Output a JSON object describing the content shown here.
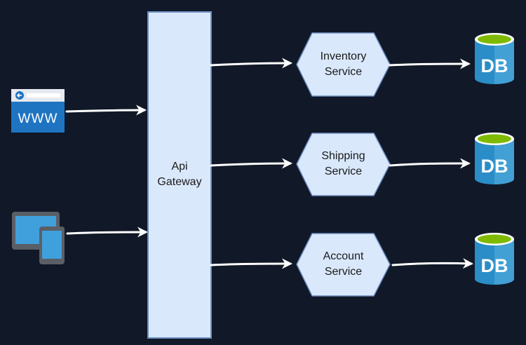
{
  "gateway": {
    "line1": "Api",
    "line2": "Gateway"
  },
  "services": [
    {
      "line1": "Inventory",
      "line2": "Service"
    },
    {
      "line1": "Shipping",
      "line2": "Service"
    },
    {
      "line1": "Account",
      "line2": "Service"
    }
  ],
  "databases": [
    {
      "label": "DB"
    },
    {
      "label": "DB"
    },
    {
      "label": "DB"
    }
  ],
  "clients": [
    {
      "icon": "browser-www-icon",
      "label": "WWW"
    },
    {
      "icon": "tablet-phone-icon"
    }
  ],
  "colors": {
    "background": "#111827",
    "box_fill": "#dae8fc",
    "box_stroke": "#6c8ebf",
    "arrow": "#ffffff",
    "db_body": "#2a8dc7",
    "db_top": "#7fba00",
    "browser_blue": "#1f74c1"
  }
}
